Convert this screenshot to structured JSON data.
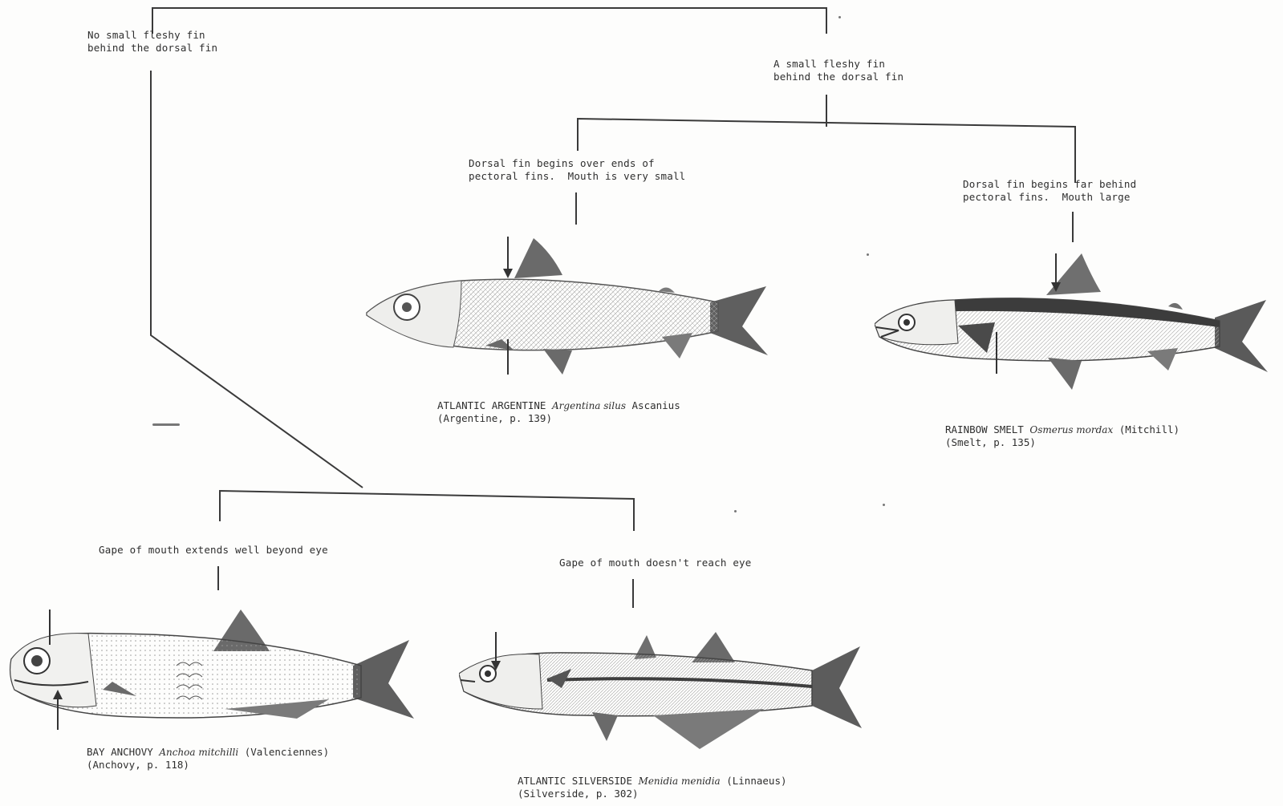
{
  "key": {
    "no_adipose": [
      "No small fleshy fin",
      "behind the dorsal fin"
    ],
    "adipose": [
      "A small fleshy fin",
      "behind the dorsal fin"
    ],
    "argentine_trait": [
      "Dorsal fin begins over ends of",
      "pectoral fins.  Mouth is very small"
    ],
    "smelt_trait": [
      "Dorsal fin begins far behind",
      "pectoral fins.  Mouth large"
    ],
    "anchovy_trait": "Gape of mouth extends well beyond eye",
    "silverside_trait": "Gape of mouth doesn't reach eye"
  },
  "species": [
    {
      "common": "ATLANTIC ARGENTINE",
      "scientific": "Argentina silus",
      "author": "Ascanius",
      "ref": "(Argentine, p. 139)"
    },
    {
      "common": "RAINBOW SMELT",
      "scientific": "Osmerus mordax",
      "author": "(Mitchill)",
      "ref": "(Smelt, p. 135)"
    },
    {
      "common": "BAY ANCHOVY",
      "scientific": "Anchoa mitchilli",
      "author": "(Valenciennes)",
      "ref": "(Anchovy, p. 118)"
    },
    {
      "common": "ATLANTIC SILVERSIDE",
      "scientific": "Menidia menidia",
      "author": "(Linnaeus)",
      "ref": "(Silverside, p. 302)"
    }
  ],
  "colors": {
    "ink": "#2e2e2e",
    "line": "#3a3a3a",
    "fish_body": "#e4e4e2",
    "fish_dark": "#5c5c5c",
    "paper": "#fdfdfc"
  }
}
